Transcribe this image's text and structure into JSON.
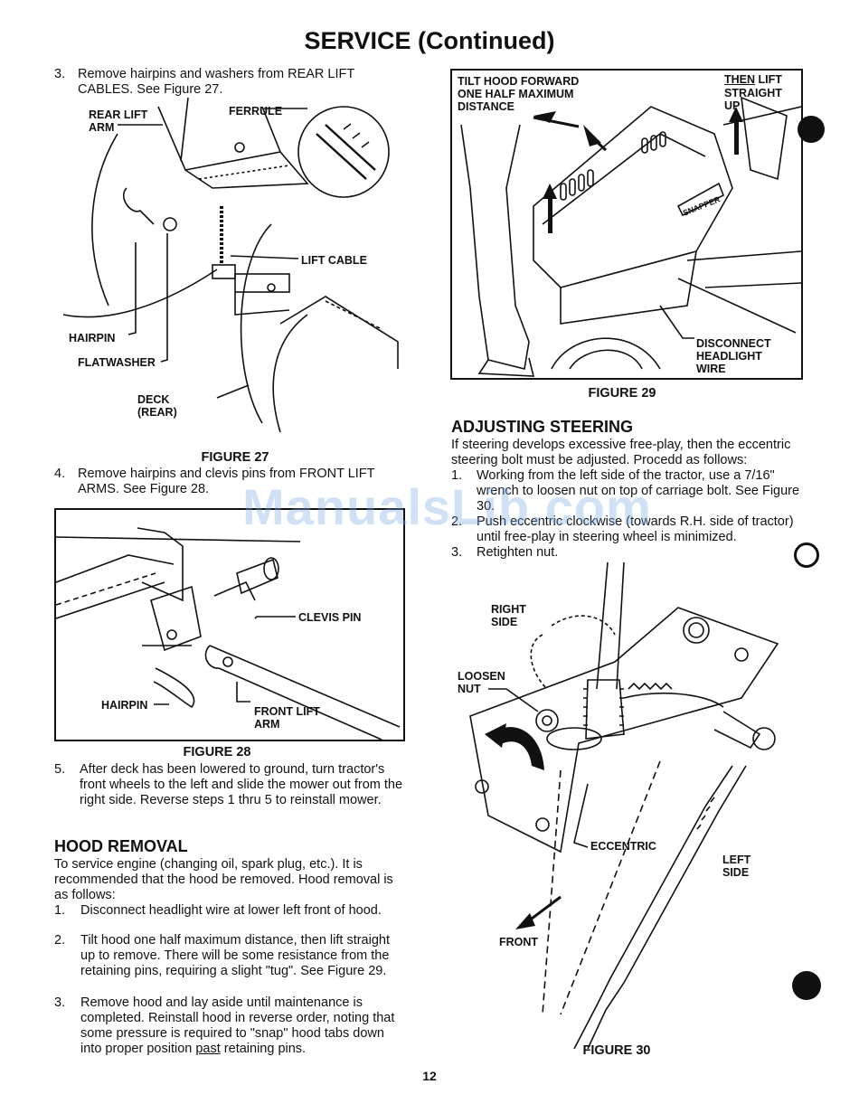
{
  "title": "SERVICE (Continued)",
  "page_number": "12",
  "watermark": "ManualsLib.com",
  "left_column": {
    "step3": {
      "num": "3.",
      "text": "Remove hairpins and washers from REAR LIFT CABLES.  See Figure 27."
    },
    "fig27": {
      "caption": "FIGURE 27",
      "labels": {
        "rear_lift_arm": "REAR LIFT\nARM",
        "ferrule": "FERRULE",
        "lift_cable": "LIFT CABLE",
        "hairpin": "HAIRPIN",
        "flatwasher": "FLATWASHER",
        "deck_rear": "DECK\n(REAR)"
      }
    },
    "step4": {
      "num": "4.",
      "text": "Remove hairpins and clevis pins from FRONT LIFT ARMS.  See Figure 28."
    },
    "fig28": {
      "caption": "FIGURE 28",
      "labels": {
        "clevis_pin": "CLEVIS PIN",
        "hairpin": "HAIRPIN",
        "front_lift_arm": "FRONT LIFT\nARM"
      }
    },
    "step5": {
      "num": "5.",
      "text": "After deck has been lowered to ground, turn tractor's front wheels to the left and slide the mower out from the right side.  Reverse steps 1 thru 5 to reinstall mower."
    },
    "hood": {
      "heading": "HOOD REMOVAL",
      "intro": "To service engine (changing oil, spark plug, etc.).  It is recommended that the hood be removed.  Hood removal is as follows:",
      "steps": [
        {
          "num": "1.",
          "text": "Disconnect headlight wire at lower left front of hood."
        },
        {
          "num": "2.",
          "text": "Tilt hood one half maximum distance, then lift straight up to remove.  There will be some resistance from the retaining pins, requiring a slight \"tug\".  See Figure 29."
        },
        {
          "num": "3.",
          "text_before": "Remove hood and lay aside until maintenance is completed.  Reinstall hood in reverse order, noting that some pressure is required to \"snap\" hood tabs down into proper position ",
          "text_underlined": "past",
          "text_after": " retaining pins."
        }
      ]
    }
  },
  "right_column": {
    "fig29": {
      "caption": "FIGURE 29",
      "labels": {
        "tilt": "TILT HOOD FORWARD\nONE HALF MAXIMUM\nDISTANCE",
        "then_word": "THEN",
        "lift_rest": " LIFT",
        "straight_up": "STRAIGHT\nUP",
        "disconnect": "DISCONNECT\nHEADLIGHT\nWIRE",
        "brand": "SNAPPER"
      }
    },
    "steering": {
      "heading": "ADJUSTING STEERING",
      "intro": "If steering develops excessive free-play, then the eccentric steering bolt must be adjusted.  Procedd as follows:",
      "steps": [
        {
          "num": "1.",
          "text": "Working from the left side of the tractor, use a 7/16\" wrench to loosen nut on top of carriage bolt.  See Figure 30."
        },
        {
          "num": "2.",
          "text": "Push eccentric clockwise (towards R.H. side of tractor) until free-play in steering wheel is minimized."
        },
        {
          "num": "3.",
          "text": "Retighten nut."
        }
      ]
    },
    "fig30": {
      "caption": "FIGURE 30",
      "labels": {
        "right_side": "RIGHT\nSIDE",
        "loosen_nut": "LOOSEN\nNUT",
        "eccentric": "ECCENTRIC",
        "left_side": "LEFT\nSIDE",
        "front": "FRONT"
      }
    }
  }
}
